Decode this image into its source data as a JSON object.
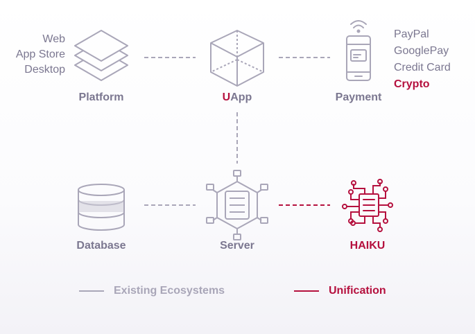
{
  "platform": {
    "label": "Platform",
    "channels": [
      "Web",
      "App Store",
      "Desktop"
    ]
  },
  "uapp": {
    "label_accent": "U",
    "label_rest": "App"
  },
  "payment": {
    "label": "Payment",
    "methods": [
      "PayPal",
      "GooglePay",
      "Credit Card"
    ],
    "highlight": "Crypto"
  },
  "database": {
    "label": "Database"
  },
  "server": {
    "label": "Server"
  },
  "haiku": {
    "label": "HAIKU"
  },
  "legend": {
    "existing": "Existing Ecosystems",
    "unification": "Unification"
  },
  "colors": {
    "gray": "#7b7790",
    "line_gray": "#a9a6b8",
    "accent": "#b5103e"
  }
}
